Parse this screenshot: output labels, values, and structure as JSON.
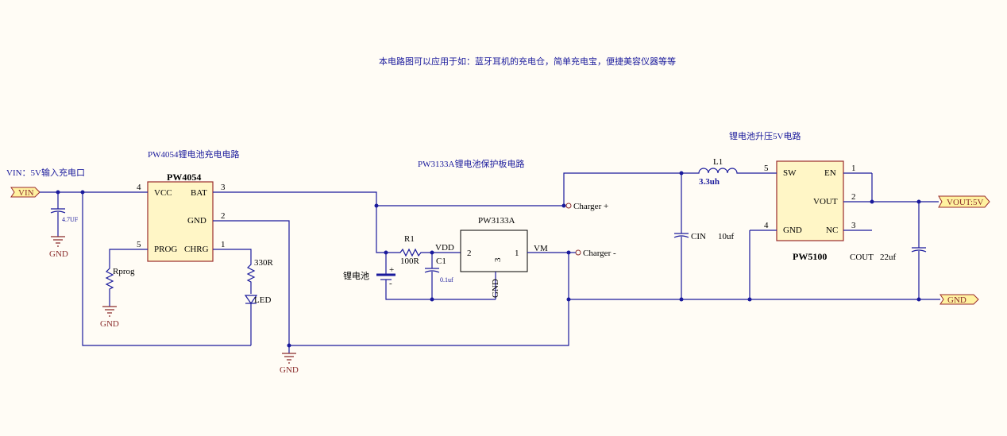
{
  "note": "本电路图可以应用于如：蓝牙耳机的充电仓，简单充电宝，便捷美容仪器等等",
  "sections": {
    "vin_title": "VIN：5V输入充电口",
    "charge_title": "PW4054锂电池充电电路",
    "protect_title": "PW3133A锂电池保护板电路",
    "boost_title": "锂电池升压5V电路"
  },
  "ports": {
    "vin": "VIN",
    "vout": "VOUT:5V",
    "gnd": "GND"
  },
  "pw4054": {
    "name": "PW4054",
    "vcc": "VCC",
    "bat": "BAT",
    "gnd": "GND",
    "prog": "PROG",
    "chrg": "CHRG",
    "p4": "4",
    "p3": "3",
    "p2": "2",
    "p5": "5",
    "p1": "1"
  },
  "pw3133": {
    "name": "PW3133A",
    "p2": "2",
    "p1": "1",
    "p3": "3",
    "gnd": "GND",
    "vdd": "VDD",
    "vm": "VM"
  },
  "pw5100": {
    "name": "PW5100",
    "sw": "SW",
    "en": "EN",
    "vout": "VOUT",
    "gnd": "GND",
    "nc": "NC",
    "p5": "5",
    "p1": "1",
    "p2": "2",
    "p4": "4",
    "p3": "3"
  },
  "parts": {
    "c_in_value": "4.7UF",
    "rprog": "Rprog",
    "r_led": "330R",
    "led": "LED",
    "r1_name": "R1",
    "r1_value": "100R",
    "c1_name": "C1",
    "c1_value": "0.1uf",
    "battery": "锂电池",
    "charger_plus": "Charger +",
    "charger_minus": "Charger -",
    "l1_name": "L1",
    "l1_value": "3.3uh",
    "cin": "CIN",
    "cin_value": "10uf",
    "cout": "COUT",
    "cout_value": "22uf",
    "gnd": "GND",
    "plus": "+",
    "minus": "-"
  }
}
